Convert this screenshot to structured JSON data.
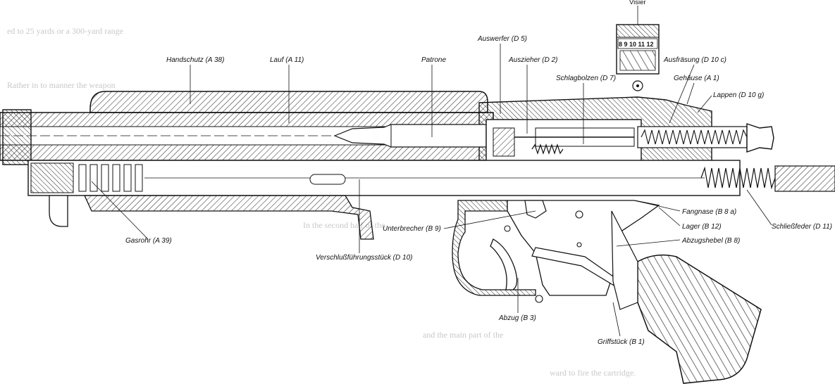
{
  "labels": {
    "visier": "Visier",
    "sight_scale": "8 9 10 11 12",
    "handschutz": "Handschutz (A 38)",
    "lauf": "Lauf (A 11)",
    "patrone": "Patrone",
    "auswerfer": "Auswerfer (D 5)",
    "auszieher": "Auszieher (D 2)",
    "schlagbolzen": "Schlagbolzen (D 7)",
    "ausfraesung": "Ausfräsung (D 10 c)",
    "gehaeuse": "Gehäuse (A 1)",
    "lappen": "Lappen (D 10 g)",
    "fangnase": "Fangnase (B 8 a)",
    "lager": "Lager (B 12)",
    "abzugshebel": "Abzugshebel (B 8)",
    "schliessfeder": "Schließfeder (D 11)",
    "unterbrecher": "Unterbrecher (B 9)",
    "gasrohr": "Gasrohr (A 39)",
    "verschluss": "Verschlußführungsstück (D 10)",
    "abzug": "Abzug (B 3)",
    "griffstueck": "Griffstück (B 1)"
  },
  "background_text": [
    "ed to 25 yards or a 300-yard range",
    "Rather in to manner the weapon",
    "In the second half of the",
    "and the main part of the",
    "ward to fire the cartridge."
  ],
  "colors": {
    "ink": "#111111",
    "paper": "#ffffff",
    "ghost": "#c8c8c8"
  }
}
